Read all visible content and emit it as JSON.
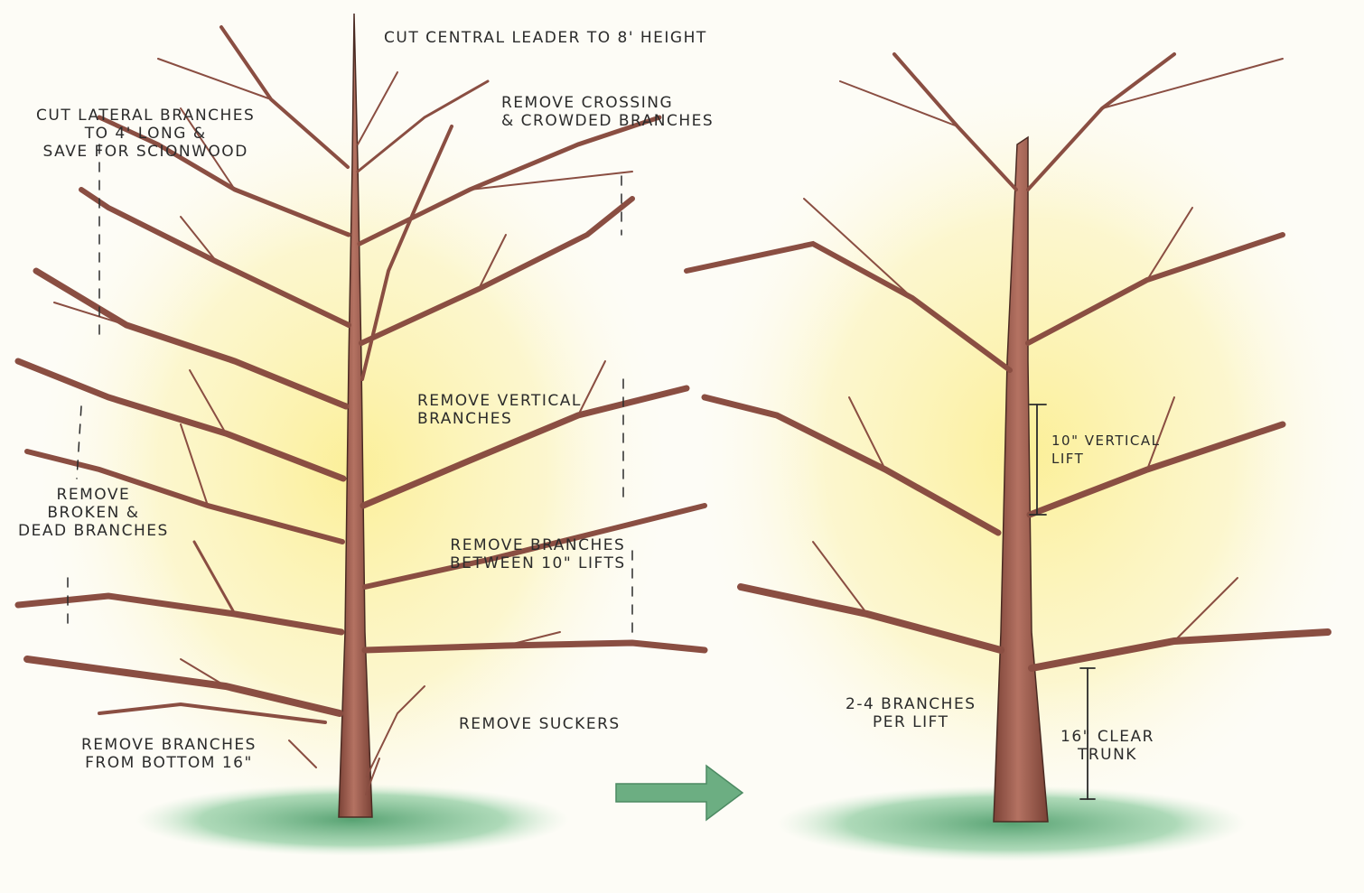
{
  "before": {
    "labels": {
      "cut_leader": "CUT CENTRAL LEADER TO 8' HEIGHT",
      "cut_lateral": [
        "CUT LATERAL BRANCHES",
        "TO 4' LONG &",
        "SAVE FOR SCIONWOOD"
      ],
      "remove_crossing": [
        "REMOVE CROSSING",
        "& CROWDED BRANCHES"
      ],
      "remove_vertical": [
        "REMOVE VERTICAL",
        "BRANCHES"
      ],
      "remove_broken": [
        "REMOVE",
        "BROKEN &",
        "DEAD BRANCHES"
      ],
      "remove_between": [
        "REMOVE BRANCHES",
        "BETWEEN 10\" LIFTS"
      ],
      "remove_suckers": "REMOVE SUCKERS",
      "remove_bottom": [
        "REMOVE BRANCHES",
        "FROM BOTTOM 16\""
      ]
    }
  },
  "after": {
    "labels": {
      "vertical_lift": [
        "10\" VERTICAL",
        "LIFT"
      ],
      "branches_per_lift": [
        "2-4 BRANCHES",
        "PER LIFT"
      ],
      "clear_trunk": [
        "16\" CLEAR",
        "TRUNK"
      ]
    }
  },
  "colors": {
    "trunk": "#9a5a4a",
    "branch": "#8a4e42",
    "glow": "#fbef9a",
    "grass": "#6fb585",
    "arrow": "#6cae82",
    "ink": "#2b2b2b"
  }
}
